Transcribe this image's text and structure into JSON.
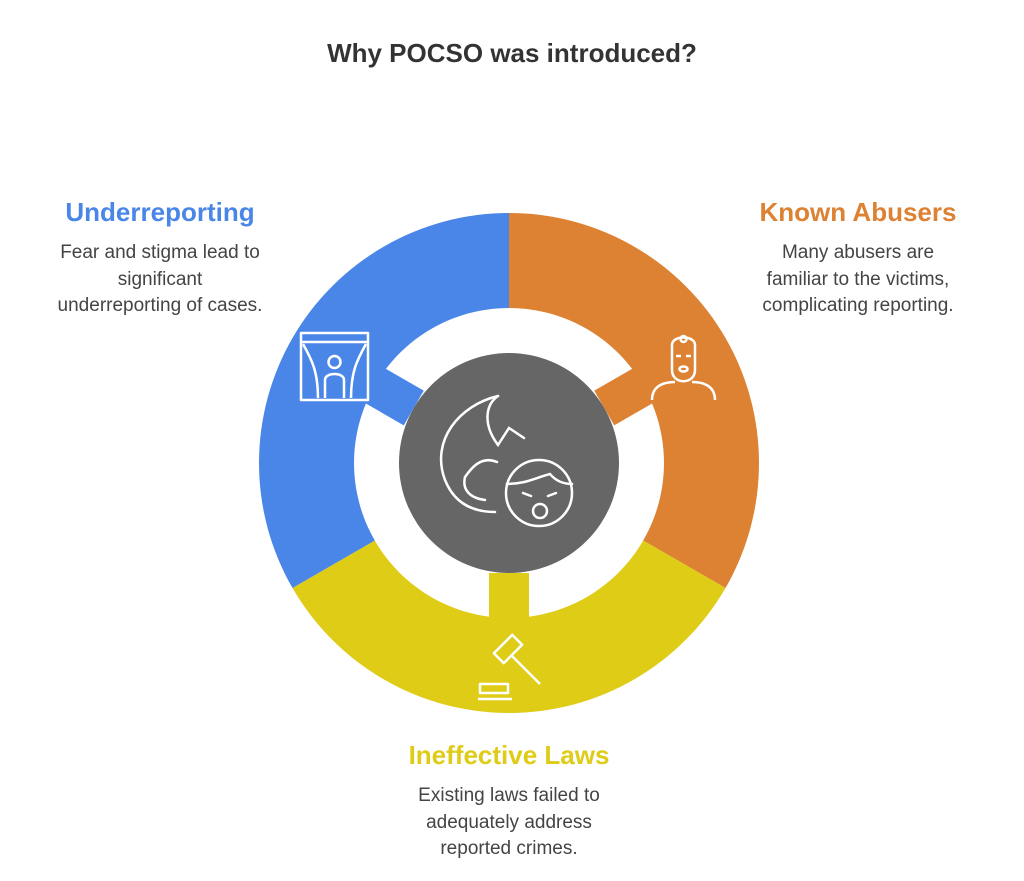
{
  "title": "Why POCSO was introduced?",
  "colors": {
    "blue": "#4a86e8",
    "orange": "#dd8133",
    "yellow": "#dfcc17",
    "center": "#666666"
  },
  "segments": [
    {
      "heading": "Underreporting",
      "lines": [
        "Fear and stigma lead to",
        "significant",
        "underreporting of cases."
      ],
      "icon": "curtain-person-icon"
    },
    {
      "heading": "Known Abusers",
      "lines": [
        "Many abusers are",
        "familiar to the victims,",
        "complicating reporting."
      ],
      "icon": "masked-person-icon"
    },
    {
      "heading": "Ineffective Laws",
      "lines": [
        "Existing laws failed to",
        "adequately address",
        "reported crimes."
      ],
      "icon": "gavel-icon"
    }
  ],
  "center_icon": "fearful-child-icon"
}
